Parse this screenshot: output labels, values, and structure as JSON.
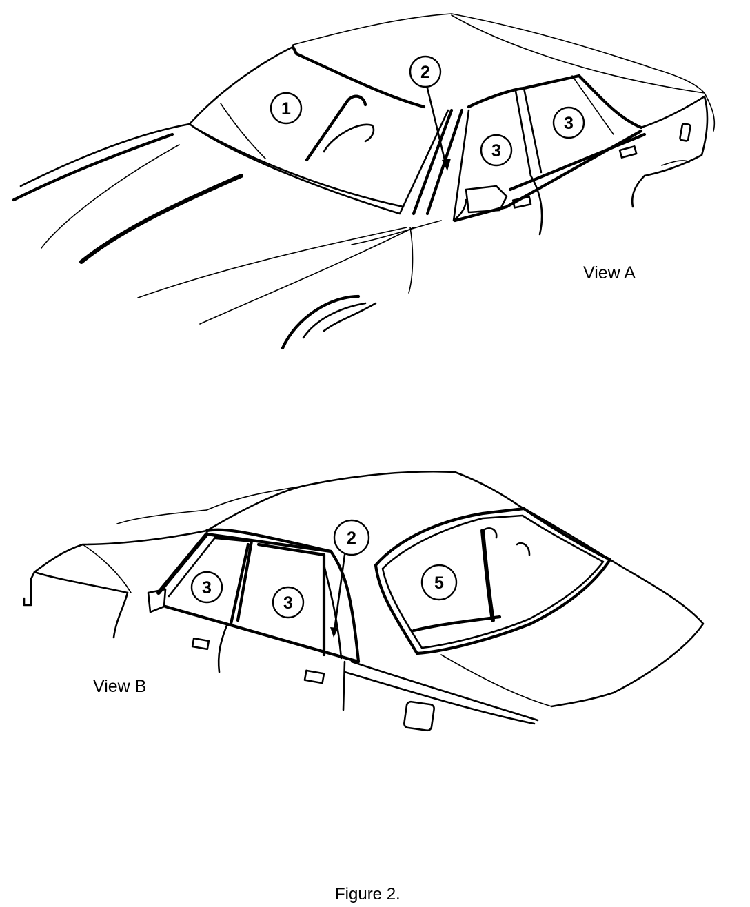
{
  "views": {
    "a": {
      "label": "View A",
      "callouts": [
        "1",
        "2",
        "3",
        "3"
      ]
    },
    "b": {
      "label": "View B",
      "callouts": [
        "2",
        "3",
        "3",
        "5"
      ]
    }
  },
  "caption": "Figure 2."
}
